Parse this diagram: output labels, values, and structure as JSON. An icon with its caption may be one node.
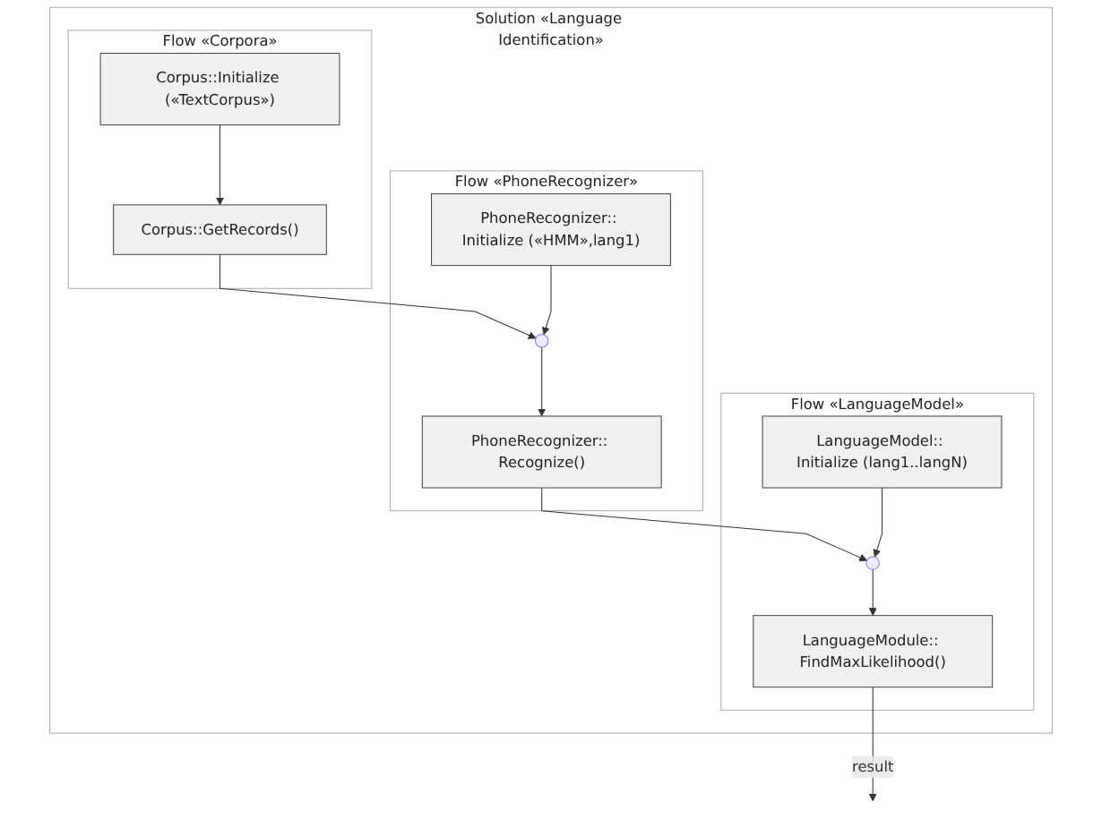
{
  "diagram": {
    "nodes": [
      {
        "text": [
          "Solution «Language Identification»"
        ]
      },
      {
        "text": [
          "Flow «Corpora»"
        ],
        "in": 0
      },
      {
        "text": [
          "Corpus::Initialize («TextCorpus»)"
        ],
        "in": 1
      },
      {
        "text": [
          "Corpus::GetRecords()"
        ],
        "in": 1
      },
      {
        "text": [
          "Flow «PhoneRecognizer»"
        ],
        "in": 0
      },
      {
        "text": [
          "PhoneRecognizer:: Initialize («HMM»,lang1)"
        ],
        "in": 4
      },
      {
        "text": [],
        "shape": "circle",
        "in": 4
      },
      {
        "text": [
          "PhoneRecognizer:: Recognize()"
        ],
        "in": 4
      },
      {
        "text": [
          "Flow «LanguageModel»"
        ],
        "in": 0
      },
      {
        "text": [
          "LanguageModel:: Initialize (lang1..langN)"
        ],
        "in": 8
      },
      {
        "text": [],
        "shape": "circle",
        "in": 8
      },
      {
        "text": [
          "LanguageModule:: FindMaxLikelihood()"
        ],
        "in": 8
      }
    ],
    "edges": [
      {
        "from": 2,
        "to": 3,
        "arrow": "to"
      },
      {
        "from": 3,
        "to": 6,
        "arrow": "to"
      },
      {
        "from": 5,
        "to": 6,
        "arrow": "to"
      },
      {
        "from": 6,
        "to": 7,
        "arrow": "to"
      },
      {
        "from": 7,
        "to": 10,
        "arrow": "to"
      },
      {
        "from": 9,
        "to": 10,
        "arrow": "to"
      },
      {
        "from": 10,
        "to": 11,
        "arrow": "to"
      },
      {
        "from": 11,
        "to": null,
        "arrow": "to",
        "label": "result"
      }
    ]
  }
}
